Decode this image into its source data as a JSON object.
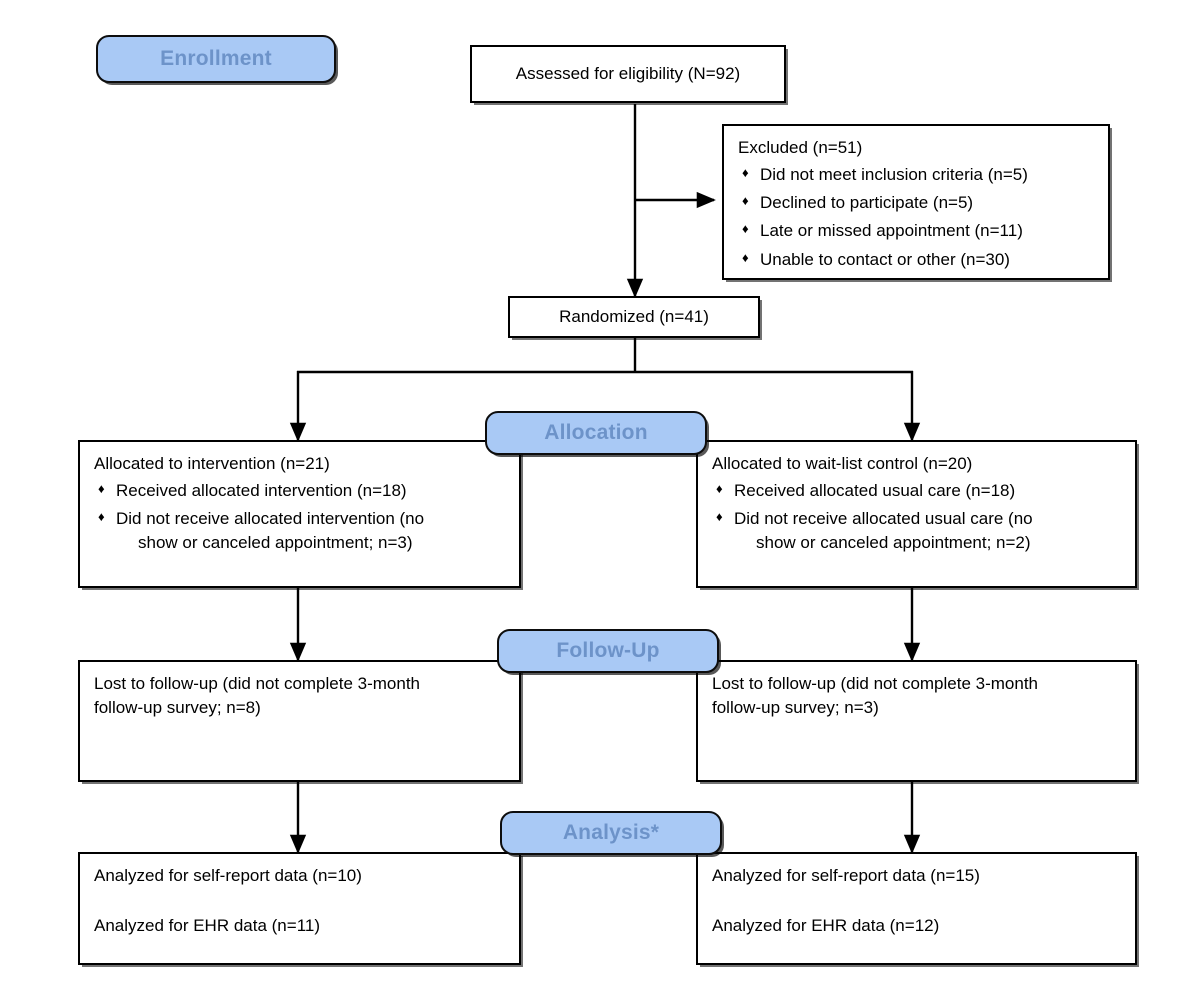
{
  "diagram": {
    "title": "CONSORT participant flow diagram",
    "colors": {
      "badge_fill": "#a9c9f5",
      "badge_text": "#6d93c9",
      "badge_border": "#0d0d0d",
      "box_border": "#000000",
      "box_fill": "#ffffff",
      "line": "#000000"
    },
    "bullet_glyph": "♦"
  },
  "stages": {
    "enrollment": "Enrollment",
    "allocation": "Allocation",
    "followup": "Follow-Up",
    "analysis": "Analysis*"
  },
  "nodes": {
    "assessed": {
      "text": "Assessed for eligibility (N=92)"
    },
    "excluded": {
      "heading": "Excluded (n=51)",
      "items": [
        "Did not meet inclusion criteria (n=5)",
        "Declined to participate (n=5)",
        "Late or missed appointment (n=11)",
        "Unable to contact or other (n=30)"
      ]
    },
    "randomized": {
      "text": "Randomized (n=41)"
    },
    "alloc_left": {
      "heading": "Allocated to intervention (n=21)",
      "items": [
        {
          "line1": "Received allocated intervention (n=18)",
          "line2": ""
        },
        {
          "line1": "Did not receive allocated intervention (no",
          "line2": "show or canceled appointment; n=3)"
        }
      ]
    },
    "alloc_right": {
      "heading": "Allocated to wait-list control (n=20)",
      "items": [
        {
          "line1": "Received allocated usual care (n=18)",
          "line2": ""
        },
        {
          "line1": "Did not receive allocated usual care (no",
          "line2": "show or canceled appointment; n=2)"
        }
      ]
    },
    "followup_left": {
      "line1": "Lost to follow-up (did not complete 3-month",
      "line2": "follow-up survey; n=8)"
    },
    "followup_right": {
      "line1": "Lost to follow-up (did not complete 3-month",
      "line2": "follow-up survey; n=3)"
    },
    "analysis_left": {
      "line1": "Analyzed for self-report data (n=10)",
      "line2": "Analyzed for EHR data (n=11)"
    },
    "analysis_right": {
      "line1": "Analyzed for self-report data (n=15)",
      "line2": "Analyzed for EHR data (n=12)"
    }
  }
}
